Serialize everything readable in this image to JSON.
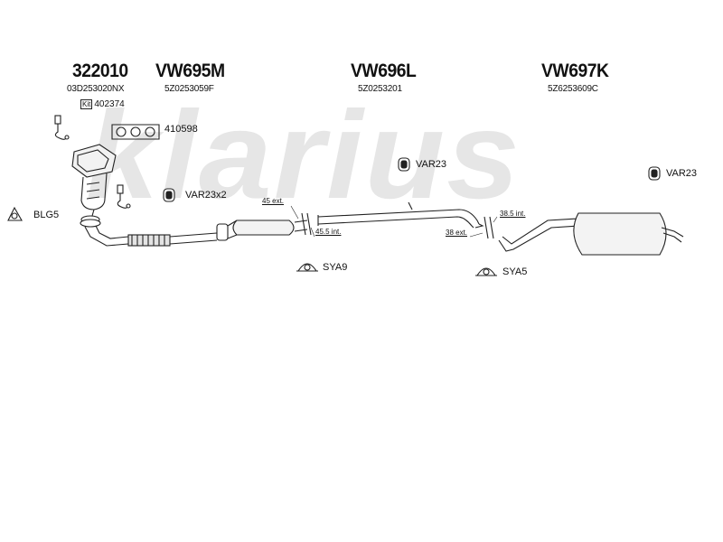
{
  "watermark": "klarius",
  "parts": {
    "cat": {
      "number": "322010",
      "ref": "03D253020NX"
    },
    "front": {
      "number": "VW695M",
      "ref": "5Z0253059F"
    },
    "middle": {
      "number": "VW696L",
      "ref": "5Z0253201"
    },
    "rear": {
      "number": "VW697K",
      "ref": "5Z6253609C"
    }
  },
  "kit": {
    "box_label": "Kit",
    "number": "402374"
  },
  "accessories": {
    "gasket": "410598",
    "blg": "BLG5",
    "var_front": "VAR23x2",
    "var_mid": "VAR23",
    "var_rear": "VAR23",
    "sya9": "SYA9",
    "sya5": "SYA5"
  },
  "dimensions": {
    "d1": "45 ext.",
    "d2": "45.5 int.",
    "d3": "38.5 int.",
    "d4": "38 ext."
  }
}
